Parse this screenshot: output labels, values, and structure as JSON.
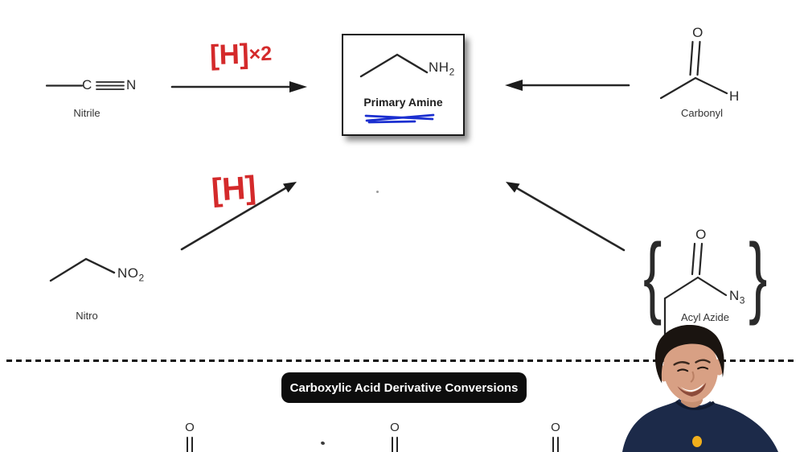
{
  "diagram": {
    "nitrile": {
      "atom_c": "C",
      "atom_n": "N",
      "label": "Nitrile"
    },
    "amine_box": {
      "group_main": "NH",
      "group_sub": "2",
      "label": "Primary Amine"
    },
    "carbonyl": {
      "atom_o": "O",
      "atom_h": "H",
      "label": "Carbonyl"
    },
    "nitro": {
      "group_main": "NO",
      "group_sub": "2",
      "label": "Nitro"
    },
    "acyl_azide": {
      "atom_o": "O",
      "group_main": "N",
      "group_sub": "3",
      "label": "Acyl Azide",
      "brace_left": "{",
      "brace_right": "}"
    },
    "annotation_top": {
      "bracket": "[H]",
      "multiplier": "×2"
    },
    "annotation_mid": {
      "bracket": "[H]"
    },
    "bottom_row": {
      "atom_o": "O"
    }
  },
  "divider_badge": {
    "label": "Carboxylic Acid Derivative Conversions"
  },
  "colors": {
    "ink": "#262626",
    "annotation_red": "#d42a2b",
    "annotation_blue": "#1b2fd0",
    "badge_bg": "#0d0d0d",
    "badge_text": "#ffffff",
    "shirt_navy": "#1c2a49",
    "skin": "#d8a084",
    "hair": "#1a1410",
    "logo_yellow": "#f1af1c"
  }
}
